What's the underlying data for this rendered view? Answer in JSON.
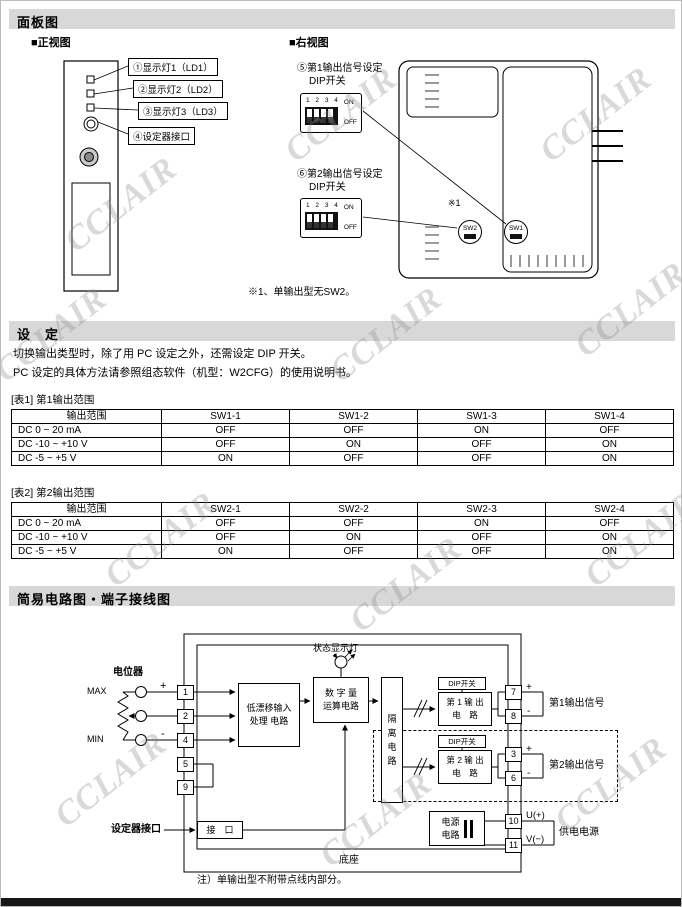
{
  "watermark": {
    "text": "CCLAIR"
  },
  "panel": {
    "title": "面板图",
    "front": {
      "heading": "■正视图",
      "callout1": "①显示灯1（LD1）",
      "callout2": "②显示灯2（LD2）",
      "callout3": "③显示灯3（LD3）",
      "callout4": "④设定器接口"
    },
    "right": {
      "heading": "■右视图",
      "callout5_line1": "⑤第1输出信号设定",
      "callout5_line2": "DIP开关",
      "callout6_line1": "⑥第2输出信号设定",
      "callout6_line2": "DIP开关",
      "dip_numbers": "1 2 3 4",
      "on_label": "ON",
      "off_label": "OFF",
      "sw1": "SW1",
      "sw2": "SW2",
      "ref_mark": "※1",
      "footnote": "※1、单输出型无SW2。"
    }
  },
  "setting": {
    "title": "设　定",
    "para1": "切换输出类型时，除了用 PC 设定之外，还需设定 DIP 开关。",
    "para2": "PC 设定的具体方法请参照组态软件（机型：W2CFG）的使用说明书。",
    "table1": {
      "caption": "[表1] 第1输出范围",
      "headers": [
        "输出范围",
        "SW1-1",
        "SW1-2",
        "SW1-3",
        "SW1-4"
      ],
      "rows": [
        [
          "DC 0 ~ 20 mA",
          "OFF",
          "OFF",
          "ON",
          "OFF"
        ],
        [
          "DC -10 ~ +10 V",
          "OFF",
          "ON",
          "OFF",
          "ON"
        ],
        [
          "DC -5 ~ +5 V",
          "ON",
          "OFF",
          "OFF",
          "ON"
        ]
      ]
    },
    "table2": {
      "caption": "[表2] 第2输出范围",
      "headers": [
        "输出范围",
        "SW2-1",
        "SW2-2",
        "SW2-3",
        "SW2-4"
      ],
      "rows": [
        [
          "DC 0 ~ 20 mA",
          "OFF",
          "OFF",
          "ON",
          "OFF"
        ],
        [
          "DC -10 ~ +10 V",
          "OFF",
          "ON",
          "OFF",
          "ON"
        ],
        [
          "DC -5 ~ +5 V",
          "ON",
          "OFF",
          "OFF",
          "ON"
        ]
      ]
    }
  },
  "circuit": {
    "title": "简易电路图・端子接线图",
    "status_light": "状态显示灯",
    "potentiometer": "电位器",
    "max": "MAX",
    "min": "MIN",
    "plus": "+",
    "minus": "-",
    "block_lowdrift_l1": "低漂移输入",
    "block_lowdrift_l2": "处理 电路",
    "block_digital_l1": "数 字 量",
    "block_digital_l2": "运算电路",
    "block_isolation": "隔离电路",
    "dip_label": "DIP开关",
    "block_out1_l1": "第 1 输 出",
    "block_out1_l2": "电　路",
    "block_out2_l1": "第 2 输 出",
    "block_out2_l2": "电　路",
    "block_power_l1": "电源",
    "block_power_l2": "电路",
    "signal1": "第1输出信号",
    "signal2": "第2输出信号",
    "u_plus": "U(+)",
    "v_minus": "V(−)",
    "supply": "供电电源",
    "setter_label": "设定器接口",
    "port": "接　口",
    "base": "底座",
    "note": "注）单输出型不附带点线内部分。",
    "terminals": {
      "t1": "1",
      "t2": "2",
      "t4": "4",
      "t5": "5",
      "t9": "9",
      "t7": "7",
      "t8": "8",
      "t3": "3",
      "t6": "6",
      "t10": "10",
      "t11": "11"
    }
  }
}
